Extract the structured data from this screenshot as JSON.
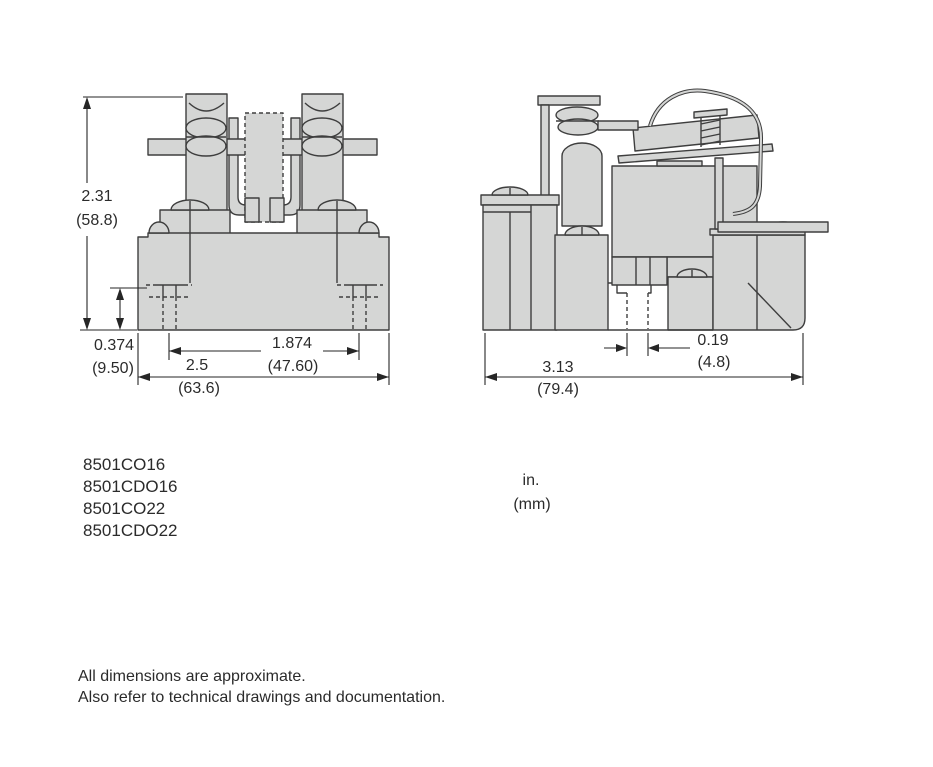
{
  "front_view": {
    "dims": {
      "height": {
        "in": "2.31",
        "mm": "(58.8)"
      },
      "offset": {
        "in": "0.374",
        "mm": "(9.50)"
      },
      "slots": {
        "in": "1.874",
        "mm": "(47.60)"
      },
      "width": {
        "in": "2.5",
        "mm": "(63.6)"
      }
    }
  },
  "side_view": {
    "dims": {
      "depth": {
        "in": "3.13",
        "mm": "(79.4)"
      },
      "slot": {
        "in": "0.19",
        "mm": "(4.8)"
      }
    }
  },
  "models": [
    "8501CO16",
    "8501CDO16",
    "8501CO22",
    "8501CDO22"
  ],
  "units": {
    "inches": "in.",
    "millimeters": "(mm)"
  },
  "notes": [
    "All dimensions are approximate.",
    "Also refer to technical drawings and documentation."
  ],
  "colors": {
    "part_fill": "#d5d6d5",
    "line": "#3e3e3e",
    "dimension": "#262626",
    "text": "#2b2b2b"
  }
}
